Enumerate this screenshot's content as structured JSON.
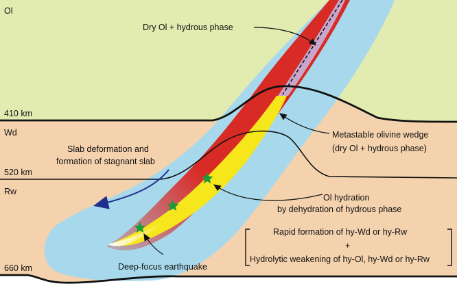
{
  "layers": {
    "ol": "Ol",
    "wd": "Wd",
    "rw": "Rw"
  },
  "depths": {
    "d410": "410 km",
    "d520": "520 km",
    "d660": "660 km"
  },
  "annotations": {
    "dry_ol": "Dry Ol + hydrous phase",
    "wedge_line1": "Metastable olivine wedge",
    "wedge_line2": "(dry Ol + hydrous phase)",
    "slab_line1": "Slab deformation and",
    "slab_line2": "formation of stagnant slab",
    "hydration_line1": "Ol hydration",
    "hydration_line2": "by dehydration of hydrous phase",
    "bracket_line1": "Rapid formation of hy-Wd or hy-Rw",
    "bracket_plus": "+",
    "bracket_line2": "Hydrolytic weakening of hy-Ol, hy-Wd or hy-Rw",
    "earthquake": "Deep-focus earthquake"
  },
  "colors": {
    "olivine_zone": "#e2ebb0",
    "transition_zone": "#f4d2ad",
    "slab_blue": "#a8d8ec",
    "slab_core_red": "#d92b26",
    "wedge_yellow": "#f6e61c",
    "hydrous_purple": "#c9a7cc",
    "arrow_navy": "#1f2f8e",
    "star_green": "#1f9a3a"
  }
}
